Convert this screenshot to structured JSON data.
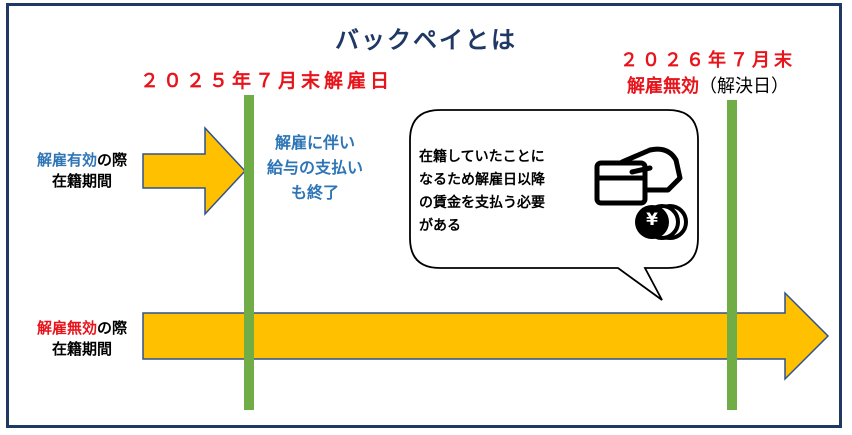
{
  "title": "バックペイとは",
  "dates": {
    "left": "２０２５年７月末解雇日",
    "right_line1": "２０２６年７月末",
    "right_line2_red": "解雇無効",
    "right_line2_paren": "（解決日）"
  },
  "rows": {
    "top": {
      "highlight": "解雇有効",
      "suffix": "の際",
      "line2": "在籍期間"
    },
    "bottom": {
      "highlight": "解雇無効",
      "suffix": "の際",
      "line2": "在籍期間"
    }
  },
  "center_text": {
    "line1": "解雇に伴い",
    "line2": "給与の支払い",
    "line3": "も終了"
  },
  "bubble": {
    "line1": "在籍していたことに",
    "line2": "なるため解雇日以降",
    "line3": "の賃金を支払う必要",
    "line4": "がある",
    "icon_symbol": "¥"
  },
  "colors": {
    "frame": "#1f3864",
    "arrow_fill": "#ffc000",
    "arrow_stroke": "#2f528f",
    "timeline_bar": "#70ad47",
    "red_text": "#e8141b",
    "blue_text": "#2e75b6"
  }
}
